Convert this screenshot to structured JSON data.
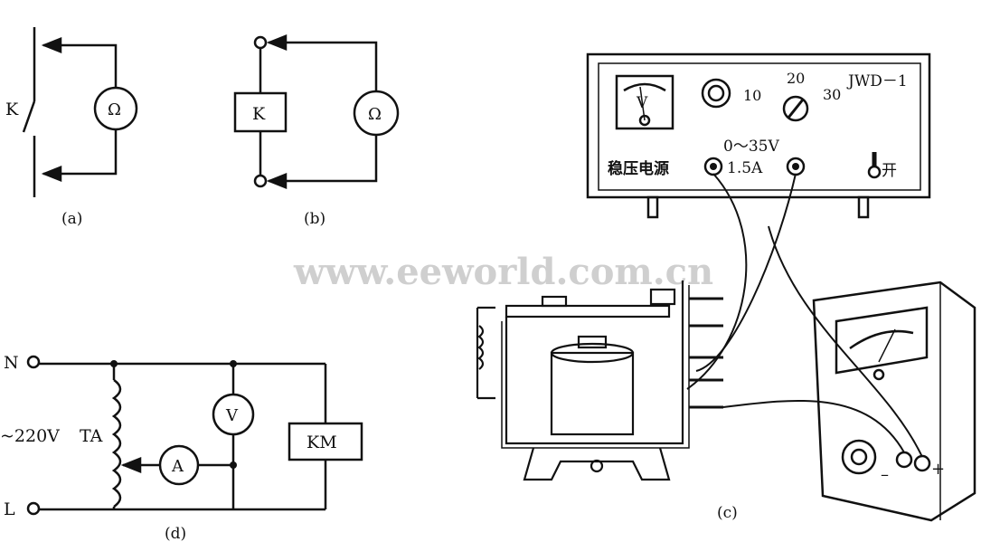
{
  "watermark": "www.eeworld.com.cn",
  "fig_a": {
    "switch_label": "K",
    "meter_symbol": "Ω",
    "caption": "(a)"
  },
  "fig_b": {
    "coil_label": "K",
    "meter_symbol": "Ω",
    "caption": "(b)"
  },
  "fig_c": {
    "psu_model": "JWD－1",
    "psu_name": "稳压电源",
    "voltmeter_symbol": "V",
    "range_voltage": "0～35V",
    "range_current": "1.5A",
    "power_switch": "开",
    "knob_ticks": [
      "10",
      "20",
      "30"
    ],
    "meter_minus": "–",
    "meter_plus": "+",
    "caption": "(c)"
  },
  "fig_d": {
    "terminal_n": "N",
    "terminal_l": "L",
    "supply": "~220V",
    "transformer": "TA",
    "voltmeter": "V",
    "ammeter": "A",
    "contactor": "KM",
    "caption": "(d)"
  },
  "colors": {
    "ink": "#111111",
    "watermark": "#cfcfcf"
  }
}
